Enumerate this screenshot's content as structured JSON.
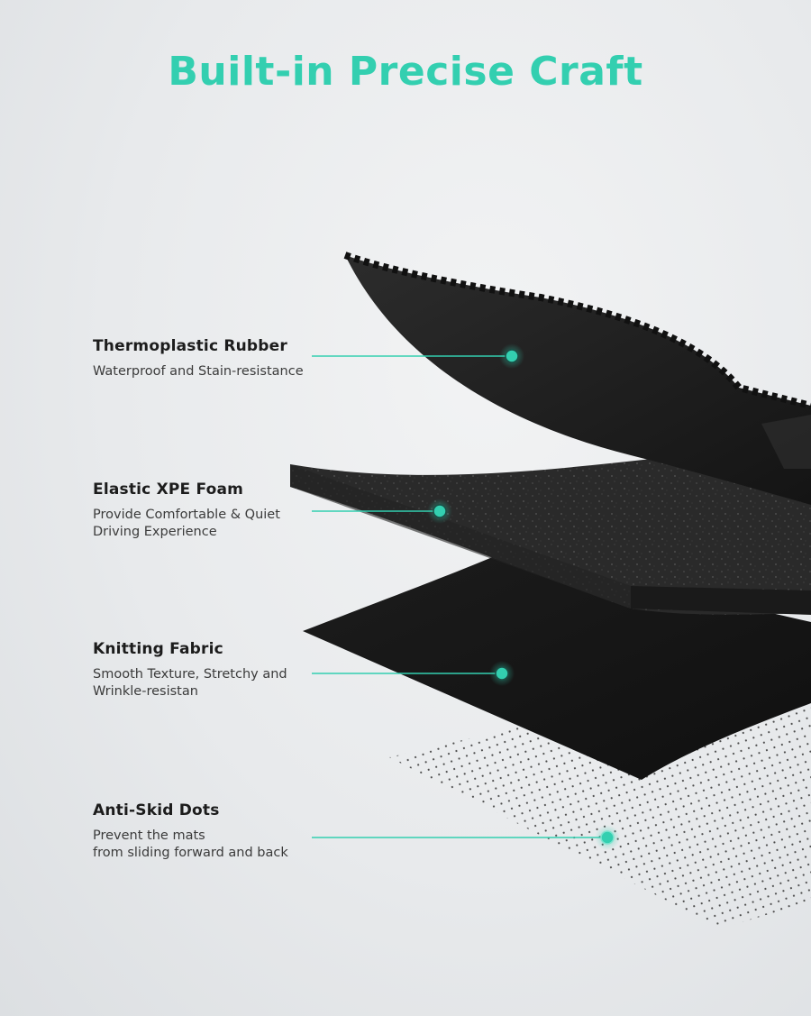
{
  "header": {
    "title": "Built-in Precise Craft"
  },
  "colors": {
    "accent": "#33cfb0",
    "mat": "#1e1e1e",
    "text": "#1c1c1c"
  },
  "layers": [
    {
      "id": "rubber",
      "title": "Thermoplastic Rubber",
      "desc": "Waterproof and Stain-resistance"
    },
    {
      "id": "foam",
      "title": "Elastic XPE Foam",
      "desc": "Provide Comfortable & Quiet\nDriving Experience"
    },
    {
      "id": "fabric",
      "title": "Knitting Fabric",
      "desc": "Smooth Texture, Stretchy and\nWrinkle-resistan"
    },
    {
      "id": "dots",
      "title": "Anti-Skid Dots",
      "desc": "Prevent the mats\nfrom sliding forward and back"
    }
  ]
}
